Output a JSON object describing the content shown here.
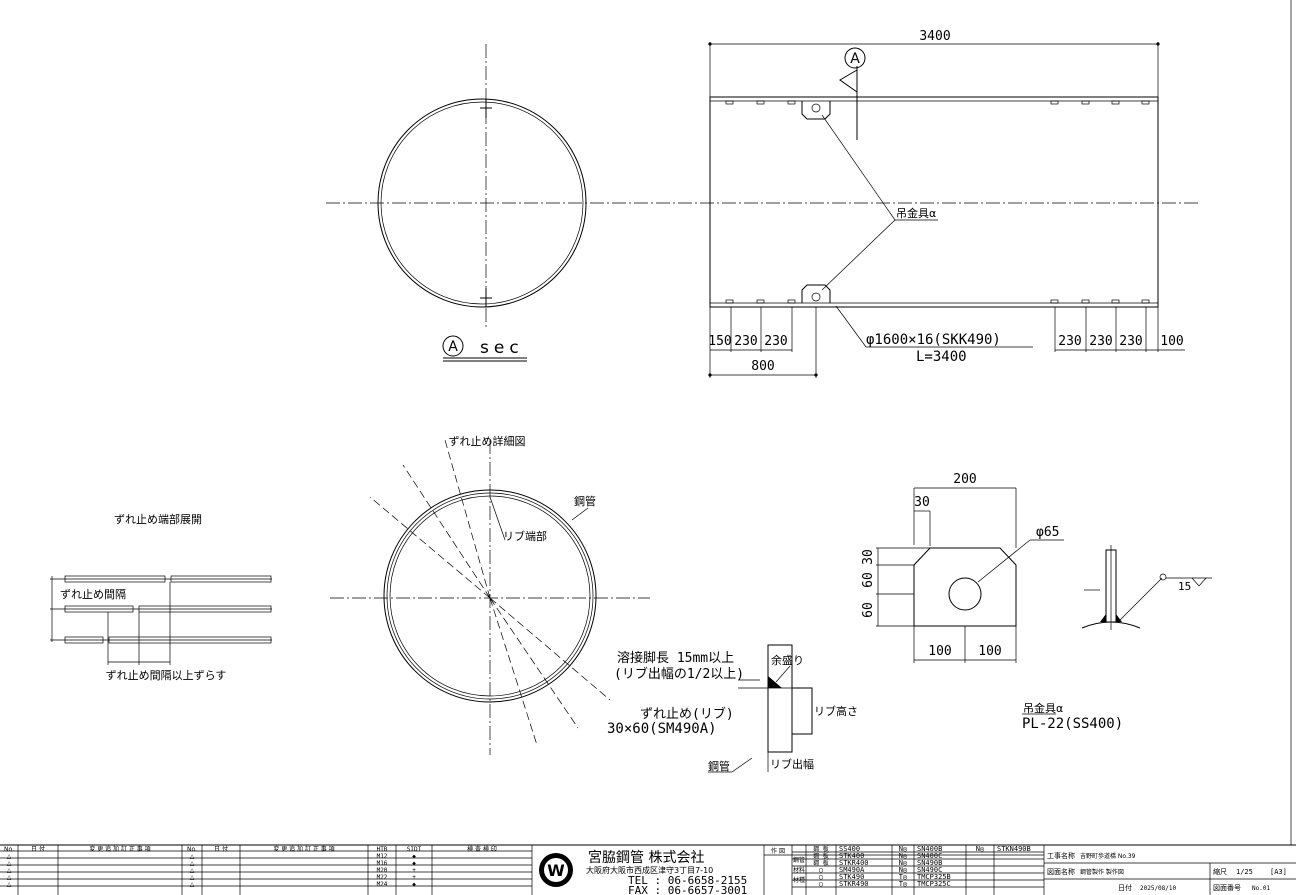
{
  "left_top": {
    "section_mark": "A",
    "section_label": "sec"
  },
  "right_top": {
    "total_length": "3400",
    "section_mark": "A",
    "lifting_label": "吊金具α",
    "pipe_spec": "φ1600×16(SKK490)",
    "pipe_length": "L=3400",
    "left_dims": [
      "150",
      "230",
      "230"
    ],
    "left_total": "800",
    "right_dims": [
      "230",
      "230",
      "230",
      "100"
    ]
  },
  "stopper_dev": {
    "title": "ずれ止め端部展開",
    "pitch_label": "ずれ止め間隔",
    "offset_label": "ずれ止め間隔以上ずらす"
  },
  "ring_view": {
    "detail_label": "ずれ止め詳細図",
    "pipe_label": "鋼管",
    "rib_end_label": "リブ端部"
  },
  "weld_detail": {
    "weld_len": "溶接脚長 15mm以上",
    "weld_len2": "(リブ出幅の1/2以上)",
    "overlay": "余盛り",
    "stopper": "ずれ止め(リブ)",
    "stopper_size": "30×60(SM490A)",
    "rib_height": "リブ高さ",
    "pipe": "鋼管",
    "rib_width": "リブ出幅"
  },
  "lifting_lug": {
    "w_total": "200",
    "w_top": "30",
    "hole": "φ65",
    "h_dims": [
      "30",
      "60",
      "60"
    ],
    "bottom_dims": [
      "100",
      "100"
    ],
    "name": "吊金具α",
    "spec": "PL-22(SS400)",
    "weld_size": "15"
  },
  "title_block": {
    "rev_headers": [
      "No.",
      "日 付",
      "変 更 追 加 訂 正 事 項",
      "No.",
      "日 付",
      "変 更 追 加 訂 正 事 項"
    ],
    "rev_symbol": "△",
    "bolt_headers": [
      "HTB",
      "SIDT"
    ],
    "bolt_rows": [
      [
        "M12",
        "◆"
      ],
      [
        "M16",
        "◆"
      ],
      [
        "M20",
        "+"
      ],
      [
        "M22",
        "+"
      ],
      [
        "M24",
        "◆"
      ]
    ],
    "inspection_header": "検 査 検 印",
    "company": "宮脇鋼管 株式会社",
    "address": "大阪府大阪市西成区津守3丁目7-10",
    "tel": "TEL : 06-6658-2155",
    "fax": "FAX : 06-6657-3001",
    "drawn": "作 図",
    "material_side": [
      "鋼管",
      "材料",
      "材種"
    ],
    "materials": [
      [
        "鋼 板",
        "SS400",
        "N◎",
        "SN400B",
        "N◎",
        "STKN490B"
      ],
      [
        "鋼 板",
        "STK400",
        "N◎",
        "SN400C",
        "",
        ""
      ],
      [
        "鋼 板",
        "STKR400",
        "N◎",
        "SN490B",
        "",
        ""
      ],
      [
        "○",
        "SM490A",
        "N◎",
        "SN490C",
        "",
        ""
      ],
      [
        "○",
        "STK490",
        "T◎",
        "TMCP325B",
        "",
        ""
      ],
      [
        "○",
        "STKR490",
        "T◎",
        "TMCP325C",
        "",
        ""
      ]
    ],
    "project_label": "工事名称",
    "project_name": "吉野町歩道橋 No.39",
    "drawing_label": "図面名称",
    "drawing_name": "鋼管製作 製作図",
    "scale_label": "縮尺",
    "scale": "1/25",
    "size": "[A3]",
    "date_label": "日付",
    "date": "2025/08/10",
    "number_label": "図面番号",
    "number": "No.01"
  }
}
